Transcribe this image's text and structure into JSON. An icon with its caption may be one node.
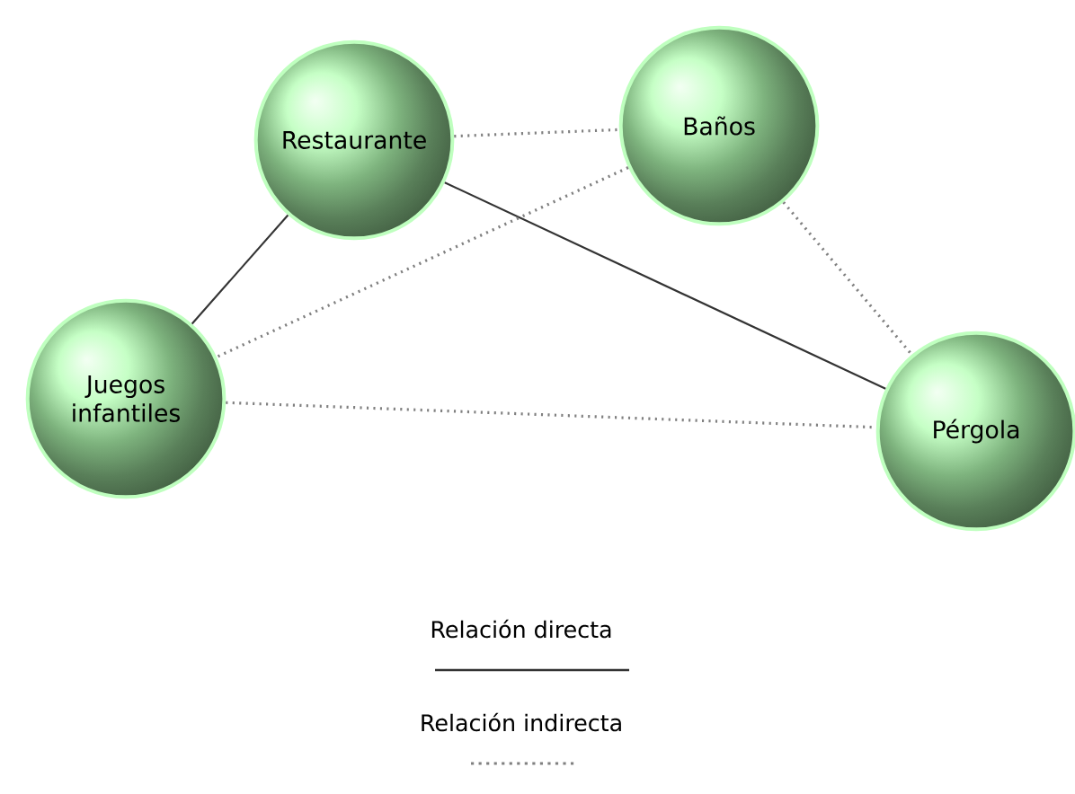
{
  "diagram": {
    "nodes": [
      {
        "text": [
          "Restaurante"
        ]
      },
      {
        "text": [
          "Baños"
        ]
      },
      {
        "text": [
          "Juegos infantiles"
        ]
      },
      {
        "text": [
          "Pérgola"
        ]
      }
    ],
    "edges": [
      {
        "from": 0,
        "to": 1,
        "arrow": "none",
        "style": "dashed"
      },
      {
        "from": 0,
        "to": 2,
        "arrow": "none"
      },
      {
        "from": 0,
        "to": 3,
        "arrow": "none"
      },
      {
        "from": 1,
        "to": 2,
        "arrow": "none",
        "style": "dashed"
      },
      {
        "from": 1,
        "to": 3,
        "arrow": "none",
        "style": "dashed"
      },
      {
        "from": 2,
        "to": 3,
        "arrow": "none",
        "style": "dashed"
      }
    ],
    "legend": [
      {
        "text": "Relación directa"
      },
      {
        "text": "Relación indirecta"
      }
    ]
  }
}
